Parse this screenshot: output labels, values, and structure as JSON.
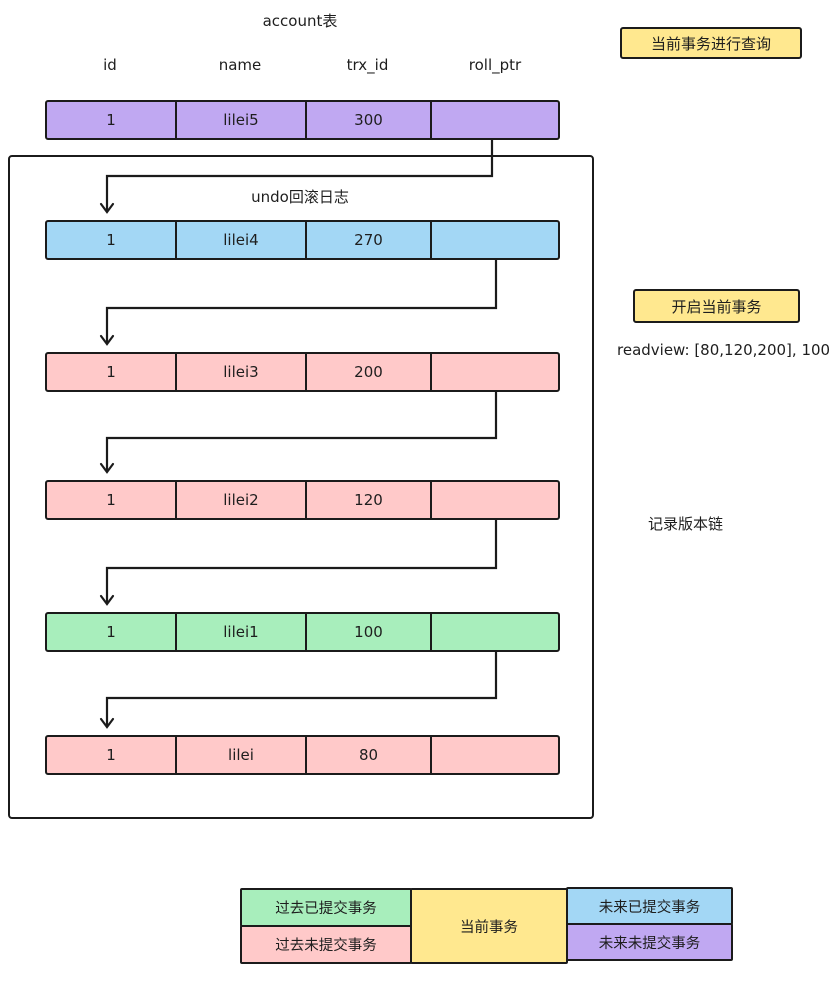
{
  "diagram": {
    "account_table": {
      "title": "account表",
      "columns": [
        "id",
        "name",
        "trx_id",
        "roll_ptr"
      ],
      "row": {
        "id": "1",
        "name": "lilei5",
        "trx_id": "300",
        "roll_ptr": ""
      }
    },
    "undo_log": {
      "title": "undo回滚日志",
      "rows": [
        {
          "id": "1",
          "name": "lilei4",
          "trx_id": "270",
          "roll_ptr": "",
          "color": "blue"
        },
        {
          "id": "1",
          "name": "lilei3",
          "trx_id": "200",
          "roll_ptr": "",
          "color": "pink"
        },
        {
          "id": "1",
          "name": "lilei2",
          "trx_id": "120",
          "roll_ptr": "",
          "color": "pink"
        },
        {
          "id": "1",
          "name": "lilei1",
          "trx_id": "100",
          "roll_ptr": "",
          "color": "green"
        },
        {
          "id": "1",
          "name": "lilei",
          "trx_id": "80",
          "roll_ptr": "",
          "color": "pink"
        }
      ]
    },
    "annotations": {
      "query_label": "当前事务进行查询",
      "txn_label": "开启当前事务",
      "readview": "readview: [80,120,200], 100",
      "version_chain": "记录版本链"
    },
    "legend": {
      "past_committed": "过去已提交事务",
      "past_uncommitted": "过去未提交事务",
      "current": "当前事务",
      "future_committed": "未来已提交事务",
      "future_uncommitted": "未来未提交事务"
    },
    "colors": {
      "purple": "#c0a8f2",
      "blue": "#a3d7f5",
      "pink": "#ffc9c9",
      "green": "#a8eebc",
      "yellow": "#ffe88f",
      "stroke": "#1b1b1b"
    }
  }
}
